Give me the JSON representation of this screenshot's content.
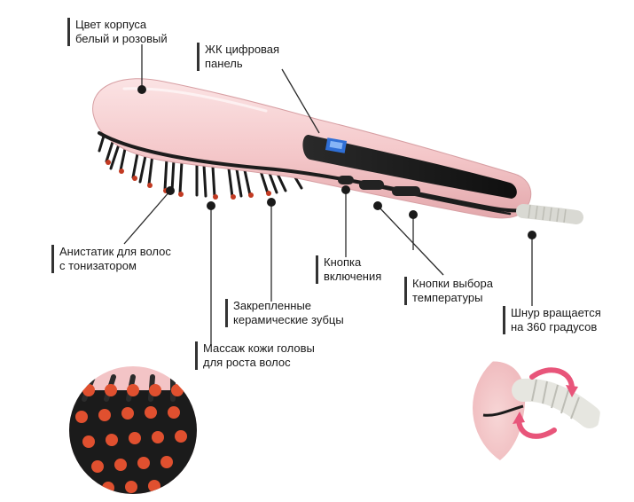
{
  "labels": {
    "body_color": {
      "line1": "Цвет корпуса",
      "line2": "белый и розовый"
    },
    "lcd_panel": {
      "line1": "ЖК цифровая",
      "line2": "панель"
    },
    "antistatic": {
      "line1": "Анистатик для волос",
      "line2": "с тонизатором"
    },
    "power_button": {
      "line1": "Кнопка",
      "line2": "включения"
    },
    "temp_buttons": {
      "line1": "Кнопки выбора",
      "line2": "температуры"
    },
    "cord": {
      "line1": "Шнур вращается",
      "line2": "на 360 градусов"
    },
    "ceramic_teeth": {
      "line1": "Закрепленные",
      "line2": "керамические зубцы"
    },
    "scalp_massage": {
      "line1": "Массаж кожи головы",
      "line2": "для роста волос"
    }
  },
  "colors": {
    "body_pink": "#f4c7c9",
    "body_shadow": "#e2a9ad",
    "trim_black": "#1c1c1c",
    "bristle_tip": "#d9442a",
    "arrow_pink": "#e8557a",
    "cord_white": "#eeeeea"
  }
}
